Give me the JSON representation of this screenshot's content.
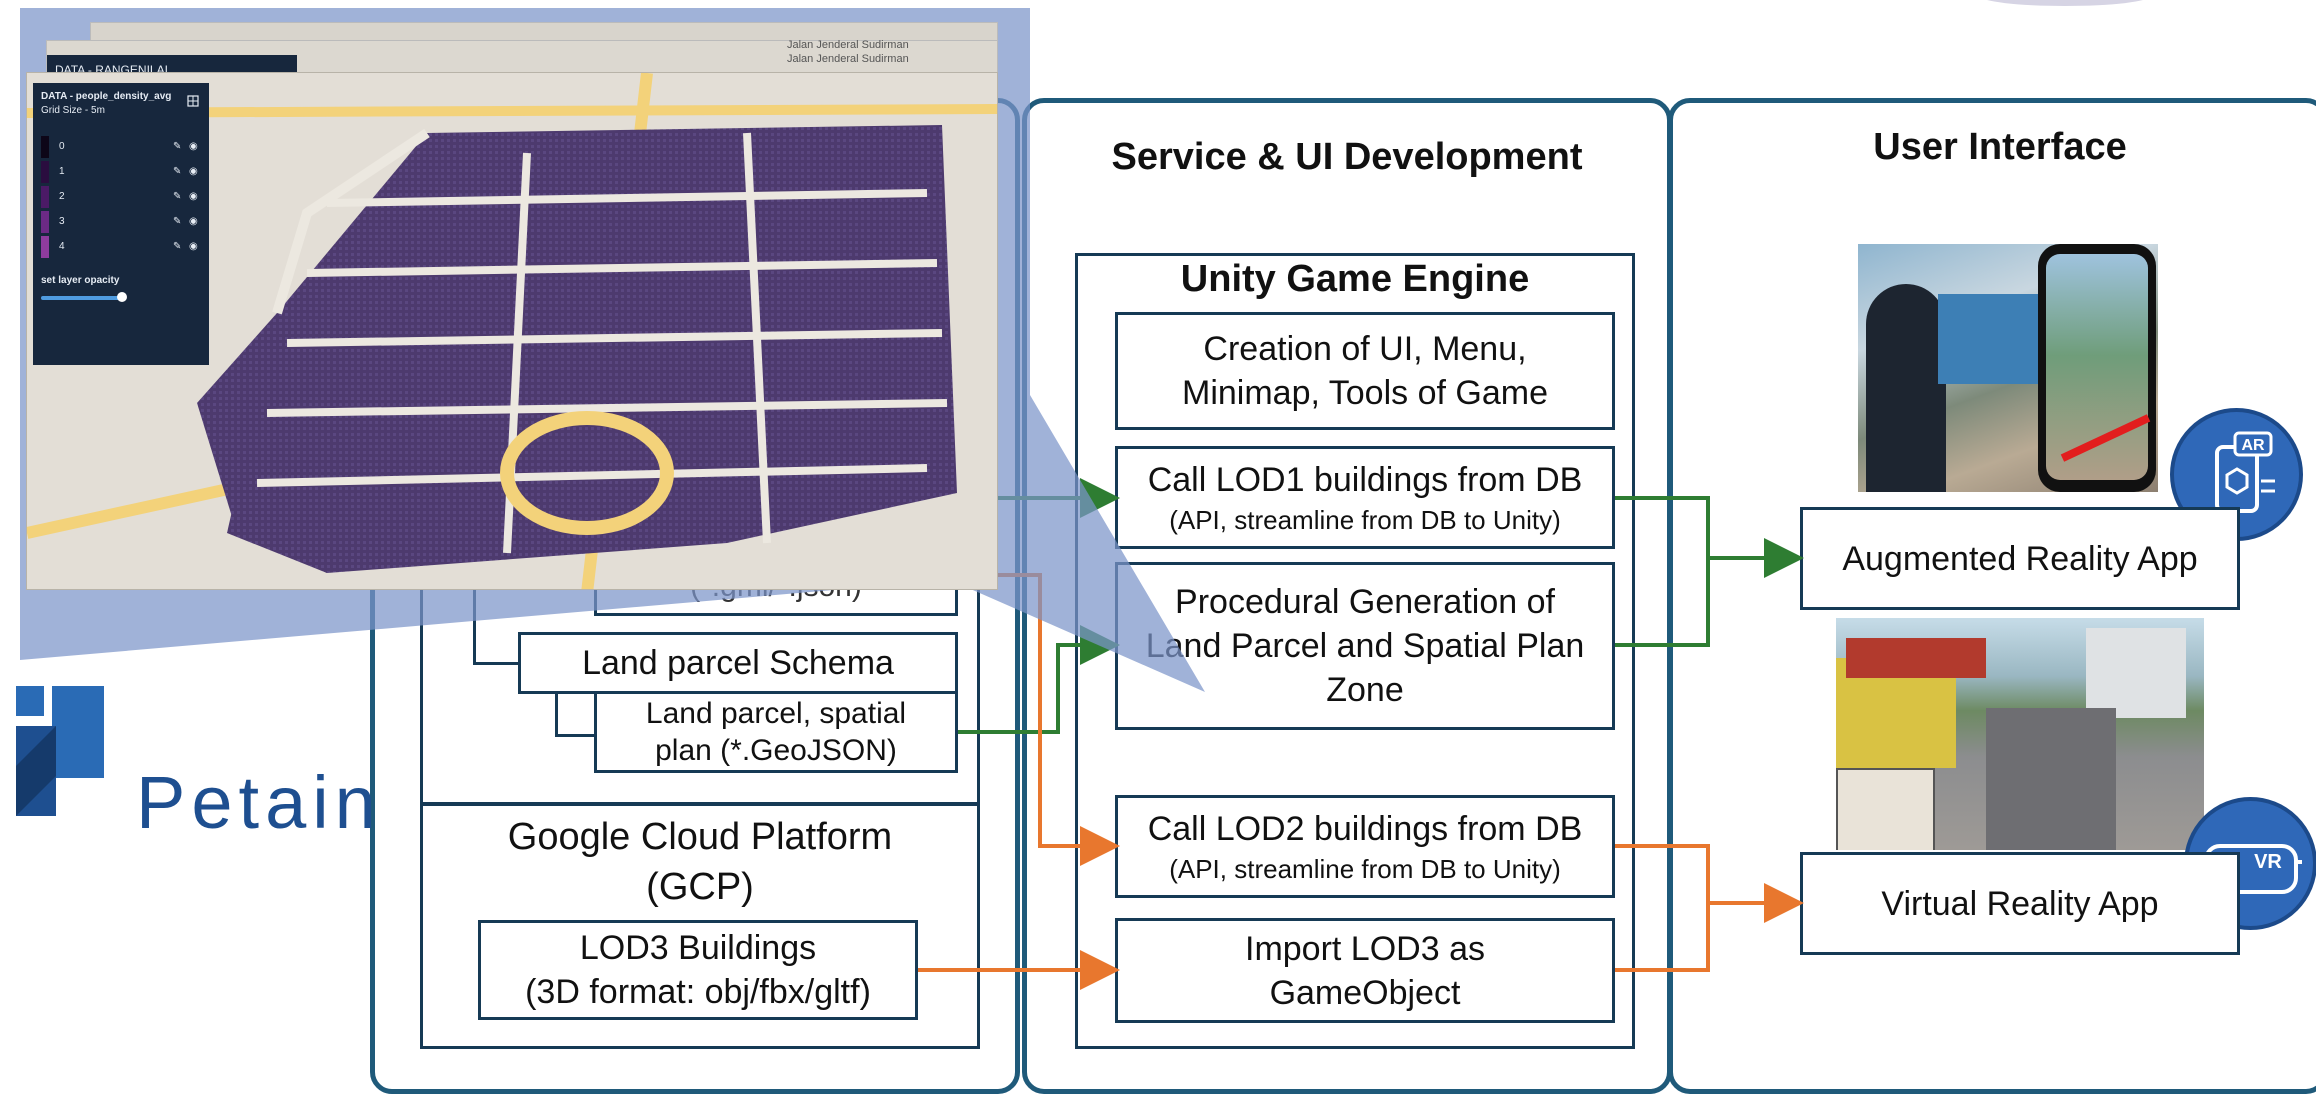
{
  "columns": {
    "service": {
      "title": "Service & UI Development"
    },
    "ui": {
      "title": "User Interface"
    }
  },
  "unity": {
    "title": "Unity Game Engine",
    "boxes": [
      {
        "line1": "Creation of UI, Menu,",
        "line2": "Minimap, Tools of Game"
      },
      {
        "line1": "Call LOD1 buildings from DB",
        "sub": "(API, streamline from DB to Unity)"
      },
      {
        "line1": "Procedural Generation of",
        "line2": "Land Parcel and Spatial Plan",
        "line3": "Zone"
      },
      {
        "line1": "Call LOD2 buildings from DB",
        "sub": "(API, streamline from DB to Unity)"
      },
      {
        "line1": "Import LOD3 as",
        "line2": "GameObject"
      }
    ]
  },
  "data": {
    "gml_partial": "(*.gml/*.json)",
    "land_schema": "Land parcel Schema",
    "land_file_l1": "Land parcel, spatial",
    "land_file_l2": "plan (*.GeoJSON)",
    "gcp_l1": "Google Cloud Platform",
    "gcp_l2": "(GCP)",
    "lod3_l1": "LOD3 Buildings",
    "lod3_l2": "(3D format: obj/fbx/gltf)"
  },
  "apps": {
    "ar": {
      "label": "Augmented Reality App",
      "badge": "AR"
    },
    "vr": {
      "label": "Virtual Reality App",
      "badge": "VR"
    }
  },
  "logo": {
    "text": "Petain"
  },
  "map": {
    "back_panel_title": "DATA - RANGENILAI",
    "panel_title": "DATA - people_density_avg",
    "grid_size": "Grid Size - 5m",
    "legend": [
      "0",
      "1",
      "2",
      "3",
      "4"
    ],
    "opacity_label": "set layer opacity",
    "opacity_value": 0.8,
    "road_1": "Jalan Jenderal Sudirman",
    "road_2": "Jalan Jenderal Sudirman"
  },
  "colors": {
    "frame": "#1f5a7a",
    "box_border": "#163a55",
    "arrow_green": "#2e7d32",
    "arrow_orange": "#e8772e",
    "arrow_grey": "#8a7a8a",
    "badge": "#2f68b8",
    "callout": "#7b94c9",
    "map_purple": "#4d3a6e"
  },
  "icons": [
    "ar-glasses-icon",
    "vr-headset-icon",
    "petain-logo-icon",
    "edit-icon",
    "eye-icon",
    "grid-icon"
  ]
}
